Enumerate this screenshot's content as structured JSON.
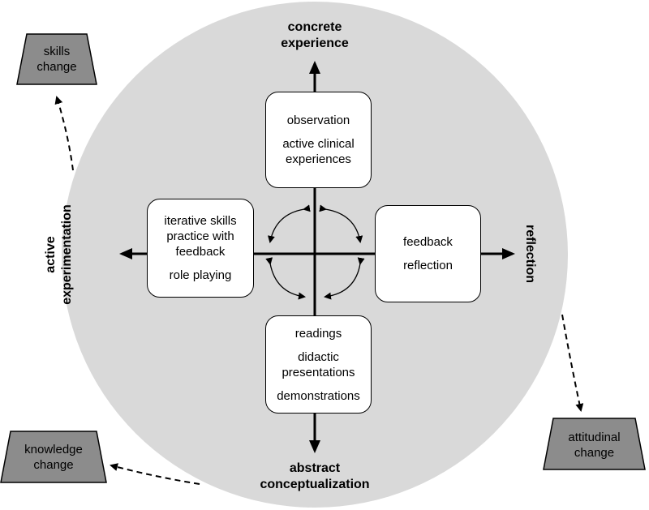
{
  "axes": {
    "top": [
      "concrete",
      "experience"
    ],
    "bottom": [
      "abstract",
      "conceptualization"
    ],
    "left": [
      "active",
      "experimentation"
    ],
    "right": [
      "reflection"
    ]
  },
  "boxes": {
    "top": [
      "observation",
      "active clinical",
      "experiences"
    ],
    "left": [
      "iterative skills",
      "practice with",
      "feedback",
      "role playing"
    ],
    "right": [
      "feedback",
      "reflection"
    ],
    "bottom": [
      "readings",
      "didactic",
      "presentations",
      "demonstrations"
    ]
  },
  "changes": {
    "skills": [
      "skills",
      "change"
    ],
    "knowledge": [
      "knowledge",
      "change"
    ],
    "attitudinal": [
      "attitudinal",
      "change"
    ]
  },
  "colors": {
    "circle": "#d9d9d9",
    "trapezoid": "#8c8c8c",
    "stroke": "#000000"
  }
}
